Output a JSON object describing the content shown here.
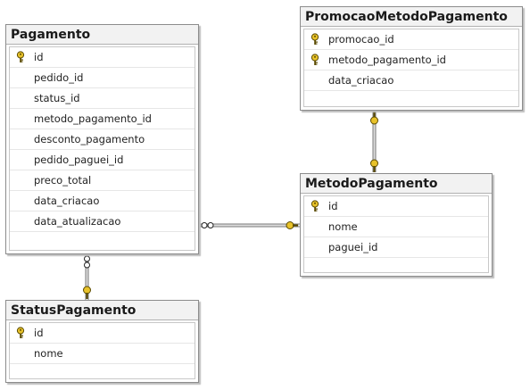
{
  "tables": {
    "pagamento": {
      "title": "Pagamento",
      "columns": [
        {
          "name": "id",
          "key": true
        },
        {
          "name": "pedido_id",
          "key": false
        },
        {
          "name": "status_id",
          "key": false
        },
        {
          "name": "metodo_pagamento_id",
          "key": false
        },
        {
          "name": "desconto_pagamento",
          "key": false
        },
        {
          "name": "pedido_paguei_id",
          "key": false
        },
        {
          "name": "preco_total",
          "key": false
        },
        {
          "name": "data_criacao",
          "key": false
        },
        {
          "name": "data_atualizacao",
          "key": false
        }
      ]
    },
    "promocao_metodo_pagamento": {
      "title": "PromocaoMetodoPagamento",
      "columns": [
        {
          "name": "promocao_id",
          "key": true
        },
        {
          "name": "metodo_pagamento_id",
          "key": true
        },
        {
          "name": "data_criacao",
          "key": false
        }
      ]
    },
    "metodo_pagamento": {
      "title": "MetodoPagamento",
      "columns": [
        {
          "name": "id",
          "key": true
        },
        {
          "name": "nome",
          "key": false
        },
        {
          "name": "paguei_id",
          "key": false
        }
      ]
    },
    "status_pagamento": {
      "title": "StatusPagamento",
      "columns": [
        {
          "name": "id",
          "key": true
        },
        {
          "name": "nome",
          "key": false
        }
      ]
    }
  },
  "colors": {
    "key_fill": "#e8c22a",
    "key_stroke": "#5a4a00",
    "line": "#6e6e6e"
  }
}
